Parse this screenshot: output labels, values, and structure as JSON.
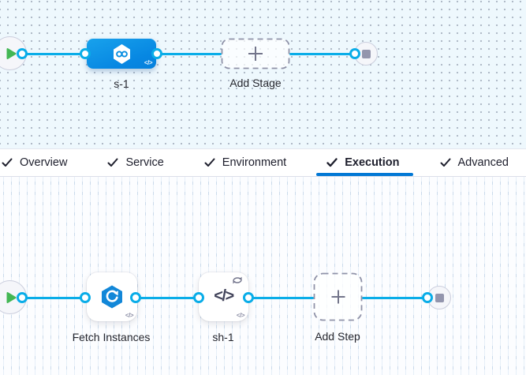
{
  "colors": {
    "connector_blue": "#0aade8",
    "stage_blue": "#0b8fe5",
    "tab_underline_blue": "#0278d5",
    "play_green": "#43b754",
    "stop_gray": "#9395ad"
  },
  "stage_graph": {
    "stage": {
      "label": "s-1"
    },
    "add_stage": {
      "label": "Add Stage"
    }
  },
  "tab_bar": {
    "tabs": [
      {
        "label": "Overview"
      },
      {
        "label": "Service"
      },
      {
        "label": "Environment"
      },
      {
        "label": "Execution",
        "active": true
      },
      {
        "label": "Advanced"
      }
    ]
  },
  "execution_graph": {
    "steps": [
      {
        "label": "Fetch Instances"
      },
      {
        "label": "sh-1"
      }
    ],
    "add_step": {
      "label": "Add Step"
    }
  },
  "glyphs": {
    "code": "</>"
  }
}
